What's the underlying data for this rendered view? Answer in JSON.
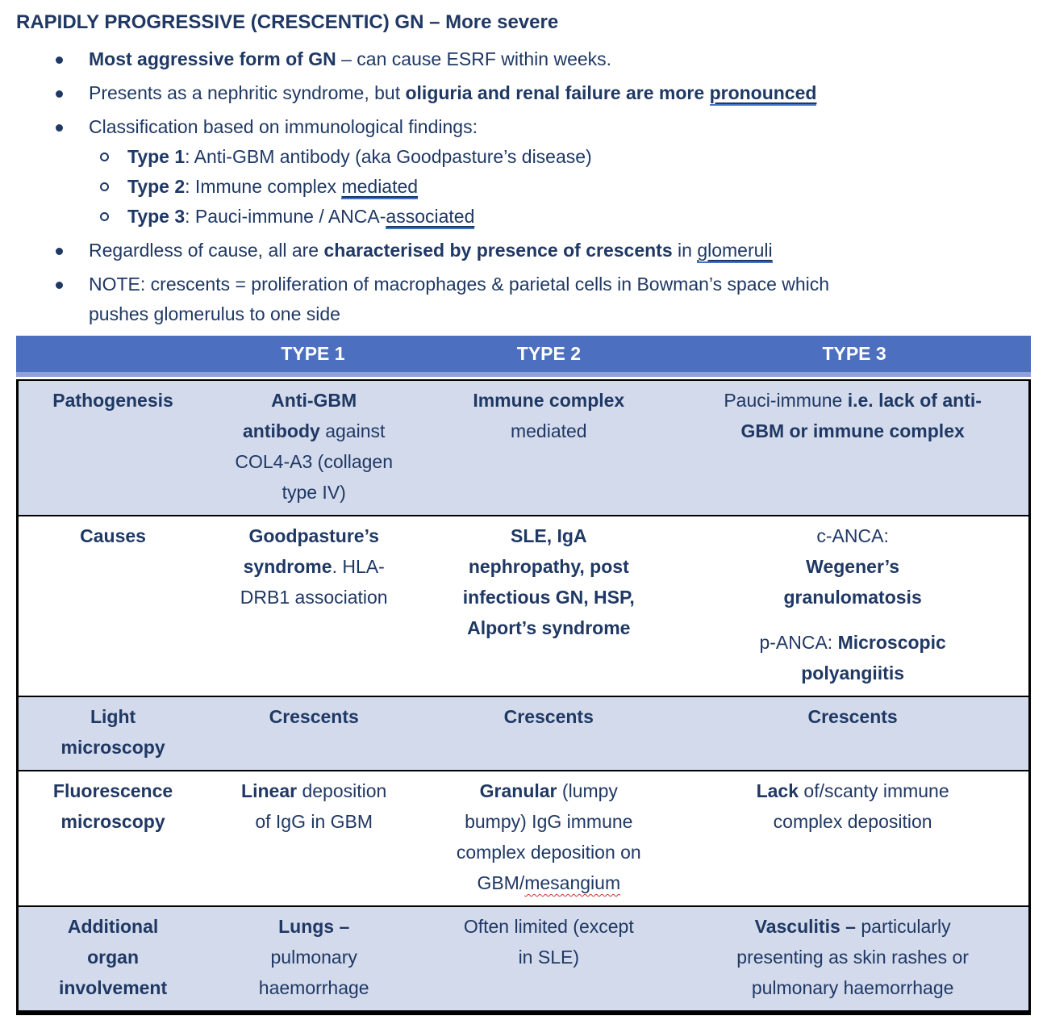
{
  "colors": {
    "text_navy": "#1F3864",
    "header_bg": "#4C70BF",
    "header_strip": "#8EA2D8",
    "shaded_row_bg": "#D3DAEB",
    "double_underline_blue": "#4472C4",
    "spellcheck_wavy_red": "#CB352B",
    "table_border": "#000000"
  },
  "intro": {
    "title": {
      "segs": [
        {
          "t": "RAPIDLY PROGRESSIVE (CRESCENTIC) GN – More severe",
          "b": true
        }
      ]
    },
    "bullets": [
      {
        "level": 1,
        "segs": [
          {
            "t": "Most aggressive form of GN ",
            "b": true
          },
          {
            "t": "– can cause ESRF within weeks."
          }
        ]
      },
      {
        "level": 1,
        "segs": [
          {
            "t": "Presents as a nephritic syndrome, but "
          },
          {
            "t": "oliguria and renal failure are more ",
            "b": true
          },
          {
            "t": "pronounced",
            "b": true,
            "u": "double"
          }
        ]
      },
      {
        "level": 1,
        "segs": [
          {
            "t": "Classification based on immunological findings:"
          }
        ]
      },
      {
        "level": 2,
        "segs": [
          {
            "t": "Type 1",
            "b": true
          },
          {
            "t": ": Anti-GBM antibody (aka Goodpasture’s disease)"
          }
        ]
      },
      {
        "level": 2,
        "segs": [
          {
            "t": "Type 2",
            "b": true
          },
          {
            "t": ": Immune complex "
          },
          {
            "t": "mediated",
            "u": "double"
          }
        ]
      },
      {
        "level": 2,
        "segs": [
          {
            "t": "Type 3",
            "b": true
          },
          {
            "t": ": Pauci-immune / ANCA-"
          },
          {
            "t": "associated",
            "u": "double"
          }
        ]
      },
      {
        "level": 1,
        "segs": [
          {
            "t": "Regardless of cause, all are "
          },
          {
            "t": "characterised by presence of crescents",
            "b": true
          },
          {
            "t": " in "
          },
          {
            "t": "glomeruli",
            "u": "double"
          }
        ]
      },
      {
        "level": 1,
        "segs": [
          {
            "t": "NOTE: crescents = proliferation of macrophages & parietal cells in Bowman’s space which"
          },
          {
            "br": true
          },
          {
            "t": "pushes glomerulus to one side"
          }
        ]
      }
    ]
  },
  "table": {
    "headers": [
      "",
      "TYPE 1",
      "TYPE 2",
      "TYPE 3"
    ],
    "rows": [
      {
        "shaded": true,
        "cells": [
          [
            {
              "segs": [
                {
                  "t": "Pathogenesis",
                  "b": true
                }
              ]
            }
          ],
          [
            {
              "segs": [
                {
                  "t": "Anti-GBM",
                  "b": true
                }
              ]
            },
            {
              "segs": [
                {
                  "t": "antibody",
                  "b": true
                },
                {
                  "t": " against"
                }
              ]
            },
            {
              "segs": [
                {
                  "t": "COL4-A3 (collagen"
                }
              ]
            },
            {
              "segs": [
                {
                  "t": "type IV)"
                }
              ]
            }
          ],
          [
            {
              "segs": [
                {
                  "t": "Immune complex",
                  "b": true
                }
              ]
            },
            {
              "segs": [
                {
                  "t": "mediated"
                }
              ]
            }
          ],
          [
            {
              "segs": [
                {
                  "t": "Pauci-immune "
                },
                {
                  "t": "i.e. lack of anti-",
                  "b": true
                }
              ]
            },
            {
              "segs": [
                {
                  "t": "GBM or immune complex",
                  "b": true
                }
              ]
            }
          ]
        ]
      },
      {
        "shaded": false,
        "cells": [
          [
            {
              "segs": [
                {
                  "t": "Causes",
                  "b": true
                }
              ]
            }
          ],
          [
            {
              "segs": [
                {
                  "t": "Goodpasture’s",
                  "b": true
                }
              ]
            },
            {
              "segs": [
                {
                  "t": "syndrome",
                  "b": true
                },
                {
                  "t": ". HLA-"
                }
              ]
            },
            {
              "segs": [
                {
                  "t": "DRB1 association"
                }
              ]
            }
          ],
          [
            {
              "segs": [
                {
                  "t": "SLE, IgA",
                  "b": true
                }
              ]
            },
            {
              "segs": [
                {
                  "t": "nephropathy, post",
                  "b": true
                }
              ]
            },
            {
              "segs": [
                {
                  "t": "infectious GN, HSP,",
                  "b": true
                }
              ]
            },
            {
              "segs": [
                {
                  "t": "Alport’s syndrome",
                  "b": true
                }
              ]
            }
          ],
          [
            {
              "segs": [
                {
                  "t": "c-ANCA:"
                }
              ]
            },
            {
              "segs": [
                {
                  "t": "Wegener’s",
                  "b": true
                }
              ]
            },
            {
              "segs": [
                {
                  "t": "granulomatosis",
                  "b": true
                }
              ]
            },
            {
              "gap": true,
              "segs": [
                {
                  "t": "p-ANCA: "
                },
                {
                  "t": "Microscopic",
                  "b": true
                }
              ]
            },
            {
              "segs": [
                {
                  "t": "polyangiitis",
                  "b": true
                }
              ]
            }
          ]
        ]
      },
      {
        "shaded": true,
        "cells": [
          [
            {
              "segs": [
                {
                  "t": "Light",
                  "b": true
                }
              ]
            },
            {
              "segs": [
                {
                  "t": "microscopy",
                  "b": true
                }
              ]
            }
          ],
          [
            {
              "segs": [
                {
                  "t": "Crescents",
                  "b": true
                }
              ]
            }
          ],
          [
            {
              "segs": [
                {
                  "t": "Crescents",
                  "b": true
                }
              ]
            }
          ],
          [
            {
              "segs": [
                {
                  "t": "Crescents",
                  "b": true
                }
              ]
            }
          ]
        ]
      },
      {
        "shaded": false,
        "cells": [
          [
            {
              "segs": [
                {
                  "t": "Fluorescence",
                  "b": true
                }
              ]
            },
            {
              "segs": [
                {
                  "t": "microscopy",
                  "b": true
                }
              ]
            }
          ],
          [
            {
              "segs": [
                {
                  "t": "Linear",
                  "b": true
                },
                {
                  "t": " deposition"
                }
              ]
            },
            {
              "segs": [
                {
                  "t": "of IgG in GBM"
                }
              ]
            }
          ],
          [
            {
              "segs": [
                {
                  "t": "Granular",
                  "b": true
                },
                {
                  "t": " (lumpy"
                }
              ]
            },
            {
              "segs": [
                {
                  "t": "bumpy) IgG immune"
                }
              ]
            },
            {
              "segs": [
                {
                  "t": "complex deposition on"
                }
              ]
            },
            {
              "segs": [
                {
                  "t": "GBM/"
                },
                {
                  "t": "mesangium",
                  "u": "wavy"
                }
              ]
            }
          ],
          [
            {
              "segs": [
                {
                  "t": "Lack",
                  "b": true
                },
                {
                  "t": " of/scanty immune"
                }
              ]
            },
            {
              "segs": [
                {
                  "t": "complex deposition"
                }
              ]
            }
          ]
        ]
      },
      {
        "shaded": true,
        "cells": [
          [
            {
              "segs": [
                {
                  "t": "Additional",
                  "b": true
                }
              ]
            },
            {
              "segs": [
                {
                  "t": "organ",
                  "b": true
                }
              ]
            },
            {
              "segs": [
                {
                  "t": "involvement",
                  "b": true
                }
              ]
            }
          ],
          [
            {
              "segs": [
                {
                  "t": "Lungs –",
                  "b": true
                }
              ]
            },
            {
              "segs": [
                {
                  "t": "pulmonary"
                }
              ]
            },
            {
              "segs": [
                {
                  "t": "haemorrhage"
                }
              ]
            }
          ],
          [
            {
              "segs": [
                {
                  "t": "Often limited (except"
                }
              ]
            },
            {
              "segs": [
                {
                  "t": "in SLE)"
                }
              ]
            }
          ],
          [
            {
              "segs": [
                {
                  "t": "Vasculitis –",
                  "b": true
                },
                {
                  "t": " particularly"
                }
              ]
            },
            {
              "segs": [
                {
                  "t": "presenting as skin rashes or"
                }
              ]
            },
            {
              "segs": [
                {
                  "t": "pulmonary haemorrhage"
                }
              ]
            }
          ]
        ]
      }
    ]
  }
}
